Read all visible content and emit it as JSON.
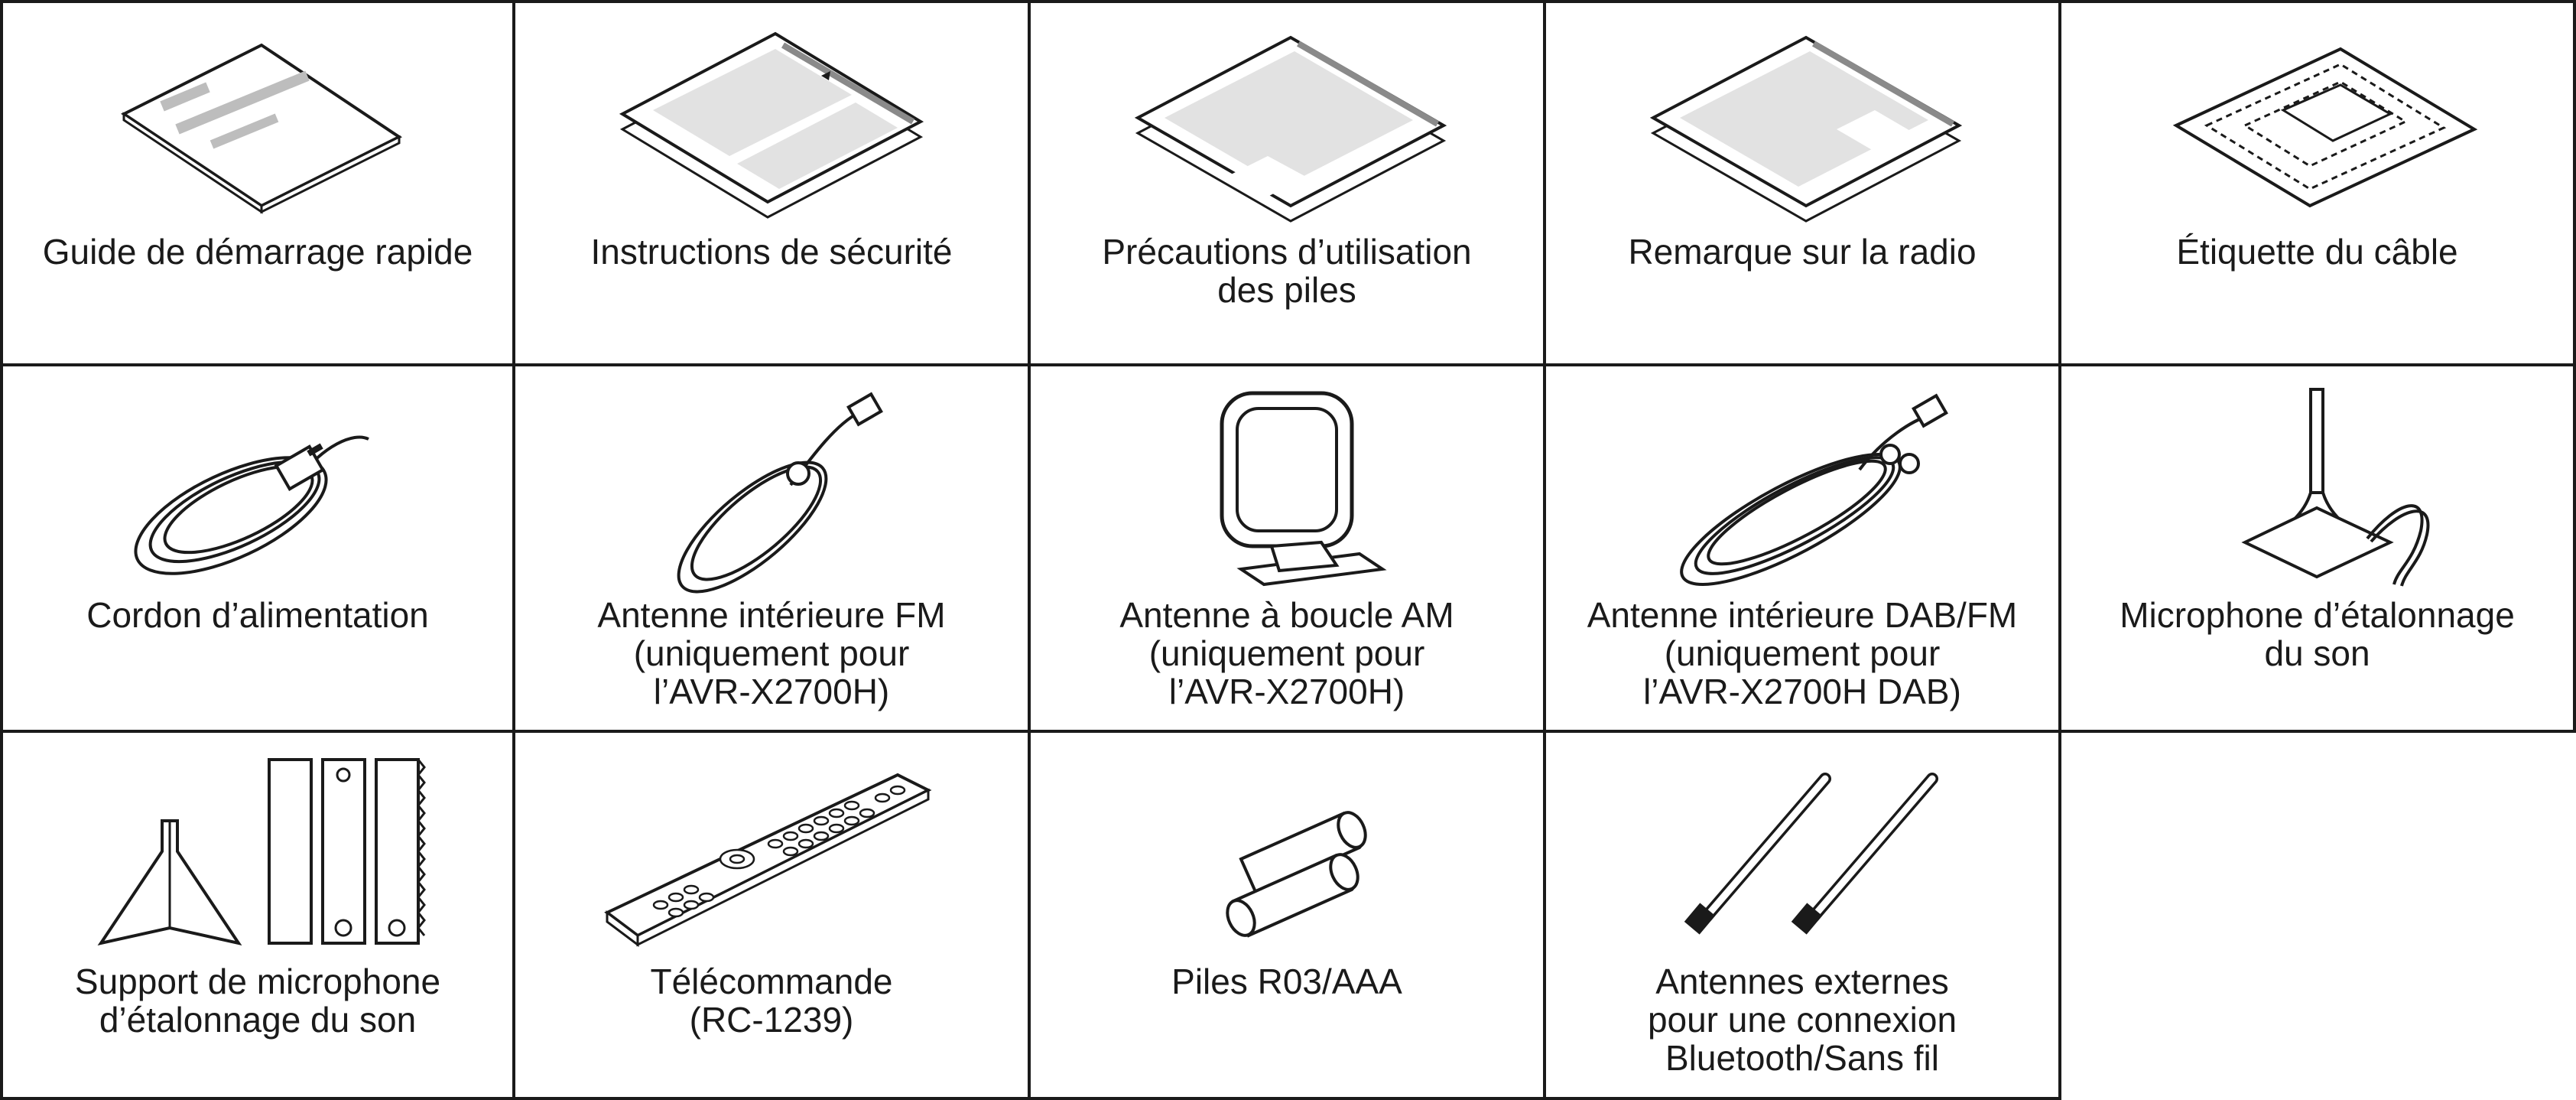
{
  "accessories": [
    {
      "label": "Guide de démarrage rapide",
      "icon": "quick-start-guide-icon"
    },
    {
      "label": "Instructions de sécurité",
      "icon": "safety-instructions-icon"
    },
    {
      "label": "Précautions d’utilisation\ndes piles",
      "icon": "battery-precautions-icon"
    },
    {
      "label": "Remarque sur la radio",
      "icon": "radio-notice-icon"
    },
    {
      "label": "Étiquette du câble",
      "icon": "cable-label-icon"
    },
    {
      "label": "Cordon d’alimentation",
      "icon": "power-cord-icon"
    },
    {
      "label": "Antenne intérieure FM\n(uniquement pour\nl’AVR-X2700H)",
      "icon": "fm-indoor-antenna-icon"
    },
    {
      "label": "Antenne à boucle AM\n(uniquement pour\nl’AVR-X2700H)",
      "icon": "am-loop-antenna-icon"
    },
    {
      "label": "Antenne intérieure DAB/FM\n(uniquement pour\nl’AVR-X2700H DAB)",
      "icon": "dab-fm-indoor-antenna-icon"
    },
    {
      "label": "Microphone d’étalonnage\ndu son",
      "icon": "calibration-microphone-icon"
    },
    {
      "label": "Support de microphone\nd’étalonnage du son",
      "icon": "microphone-stand-icon"
    },
    {
      "label": "Télécommande\n(RC-1239)",
      "icon": "remote-control-icon"
    },
    {
      "label": "Piles R03/AAA",
      "icon": "aaa-batteries-icon"
    },
    {
      "label": "Antennes externes\npour une connexion\nBluetooth/Sans fil",
      "icon": "external-antennas-icon"
    }
  ]
}
